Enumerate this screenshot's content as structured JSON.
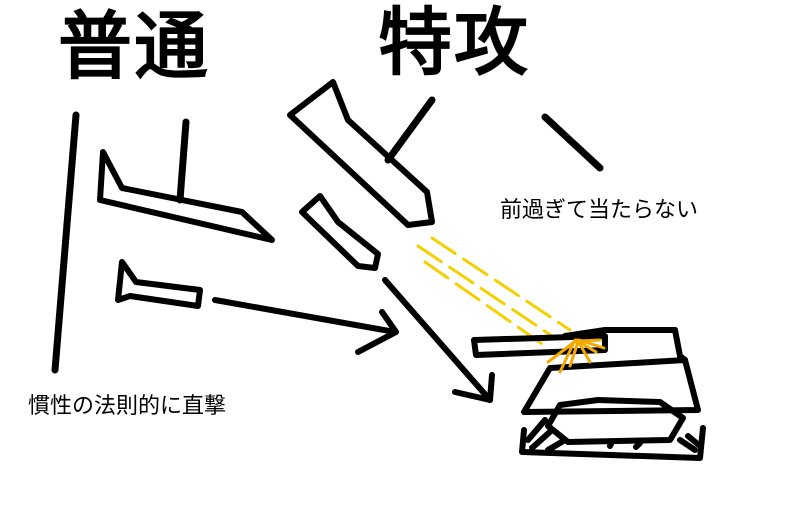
{
  "titles": {
    "normal": "普通",
    "special": "特攻"
  },
  "notes": {
    "inertia": "慣性の法則的に直撃",
    "overshoot": "前過ぎて当たらない"
  },
  "colors": {
    "ink": "#000000",
    "laser": "#f5d000",
    "impact": "#f5a800"
  }
}
